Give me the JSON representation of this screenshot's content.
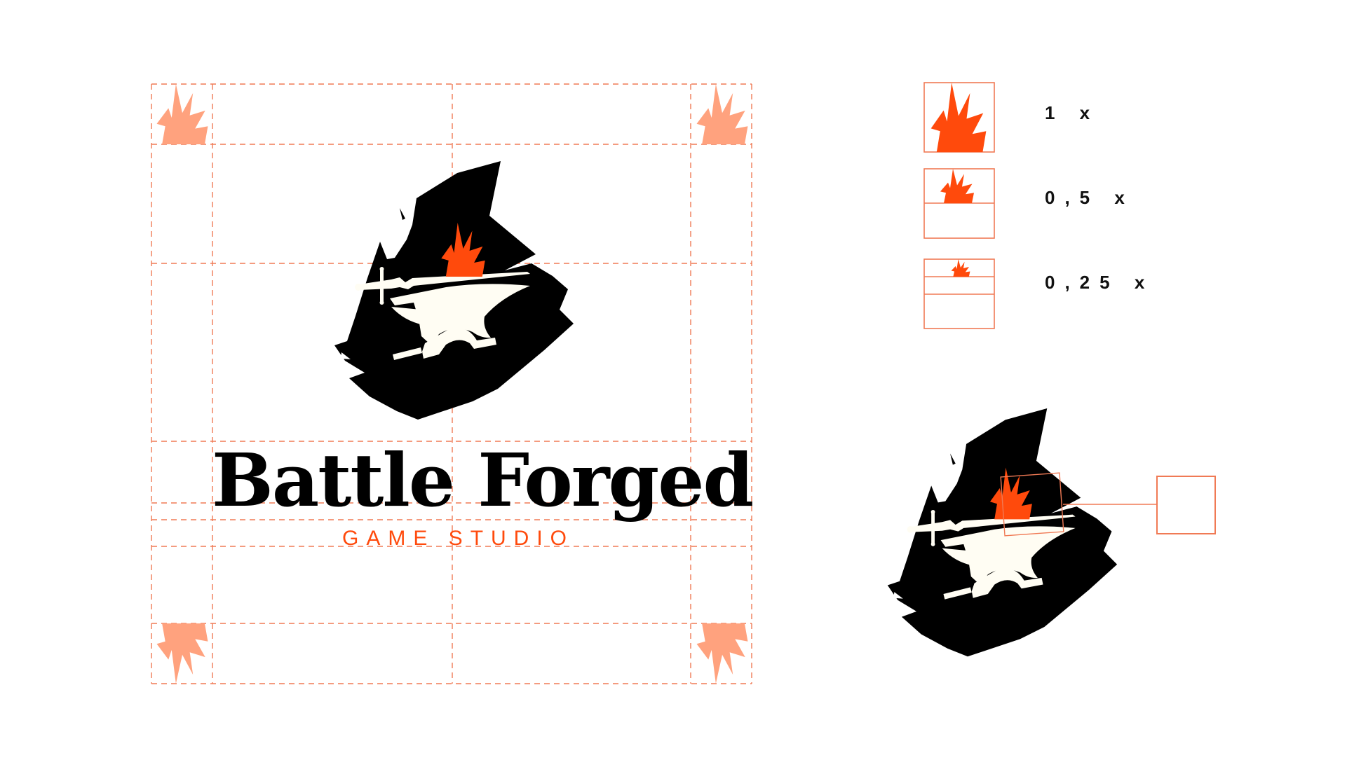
{
  "brand": {
    "name": "Battle Forged",
    "tagline": "GAME STUDIO"
  },
  "scales": [
    {
      "label": "1 x"
    },
    {
      "label": "0,5 x"
    },
    {
      "label": "0,25 x"
    }
  ],
  "colors": {
    "flame": "#ff4a0c",
    "guide": "#f07a55",
    "corner_flame": "#ffa27e",
    "ink": "#000000",
    "cream": "#fffdf3"
  },
  "icons": {
    "logo": "anvil-sword-flame-icon",
    "corner": "flame-icon"
  }
}
